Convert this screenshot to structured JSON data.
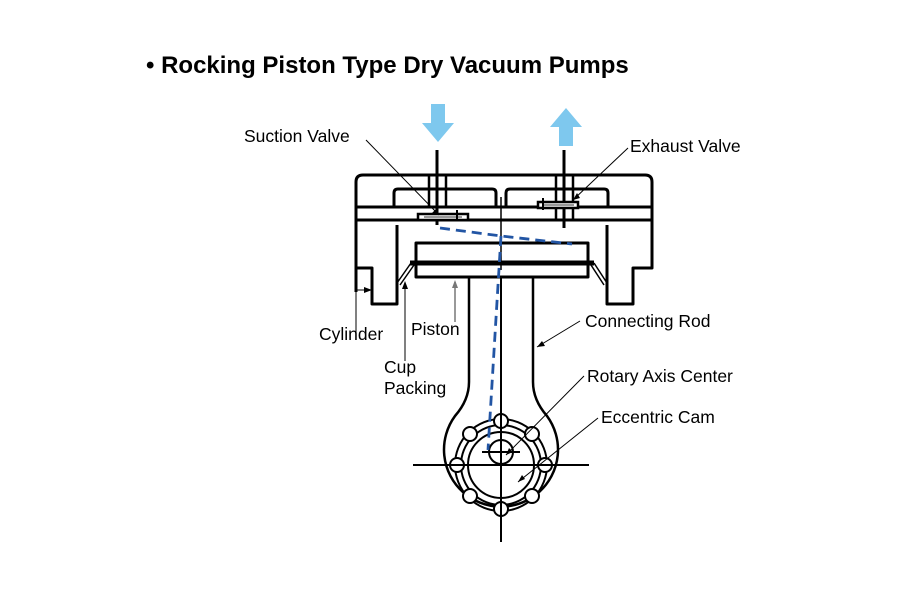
{
  "title": "• Rocking Piston Type Dry Vacuum Pumps",
  "labels": {
    "suction_valve": "Suction Valve",
    "exhaust_valve": "Exhaust Valve",
    "cylinder": "Cylinder",
    "piston": "Piston",
    "cup_packing_1": "Cup",
    "cup_packing_2": "Packing",
    "connecting_rod": "Connecting Rod",
    "rotary_axis_center": "Rotary Axis Center",
    "eccentric_cam": "Eccentric Cam"
  },
  "colors": {
    "flow_arrow": "#7ec8ee",
    "motion_path": "#2255a4",
    "line": "#000000",
    "leader_gray": "#777777"
  },
  "flow": {
    "intake_direction": "down",
    "exhaust_direction": "up"
  }
}
